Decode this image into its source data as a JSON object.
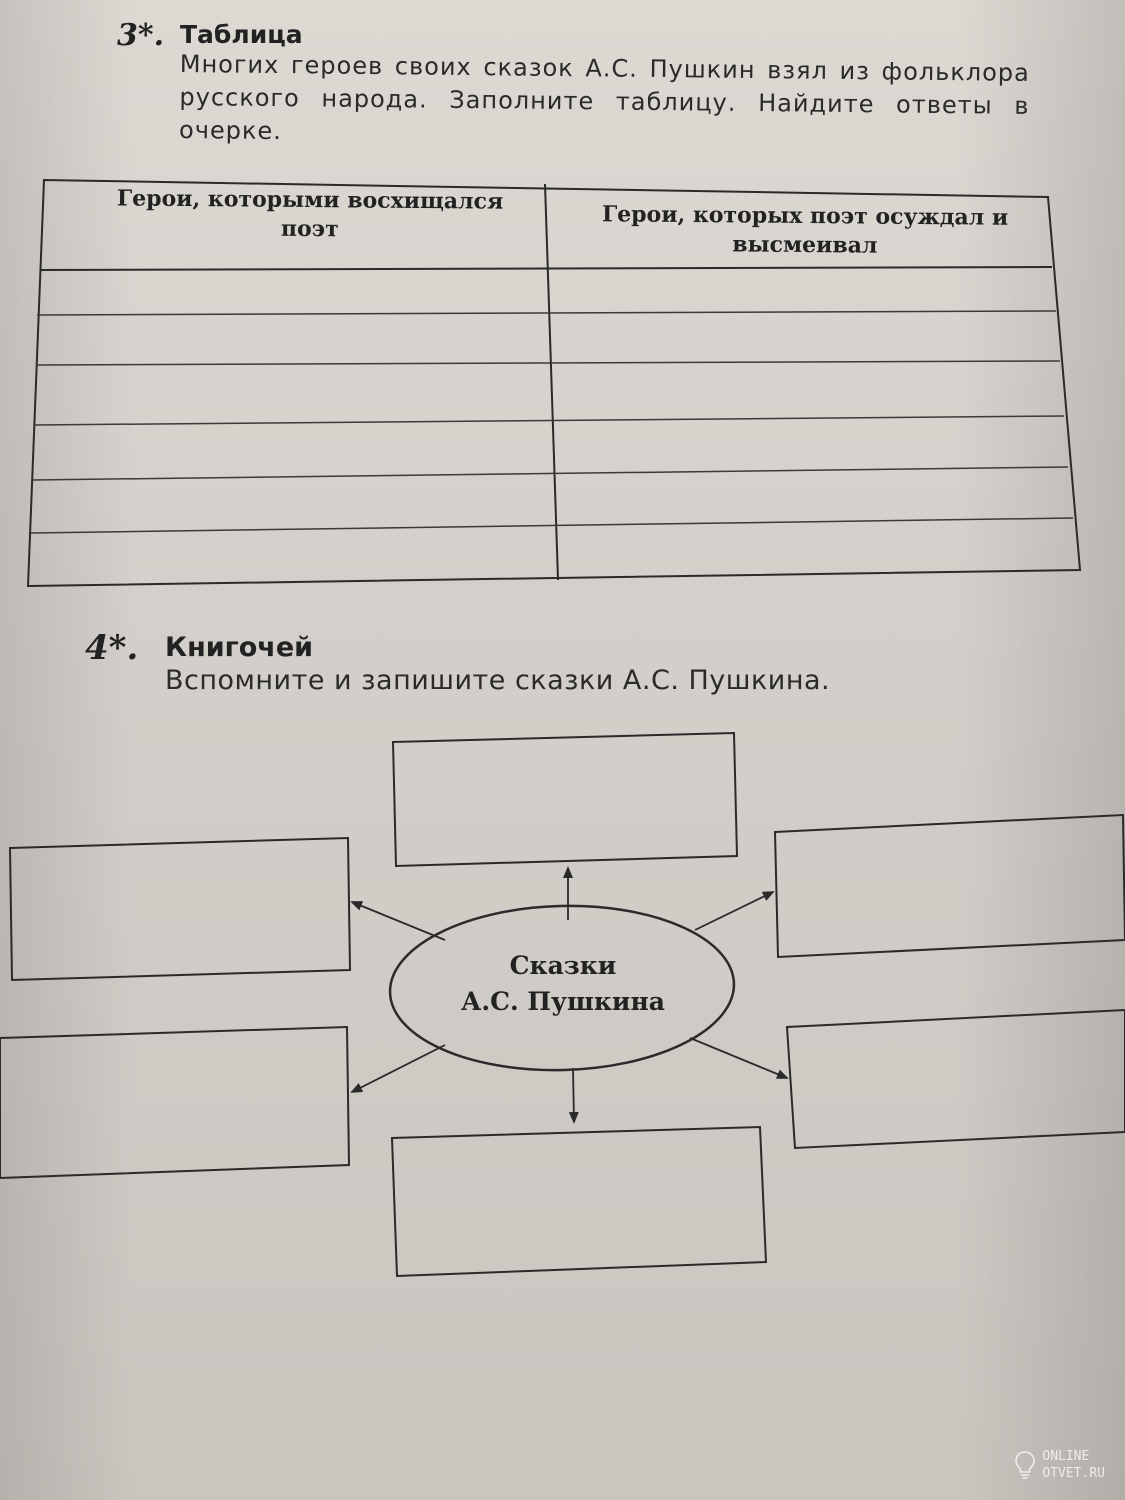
{
  "task3": {
    "number": "3*.",
    "title": "Таблица",
    "text": "Многих героев своих сказок А.С. Пушкин взял из фольклора русского народа. Заполните таблицу. Найдите ответы в очерке.",
    "table": {
      "headers": [
        "Герои, которыми восхищался поэт",
        "Герои, которых поэт осуждал и высмеивал"
      ],
      "rows": [
        [
          "",
          ""
        ],
        [
          "",
          ""
        ],
        [
          "",
          ""
        ],
        [
          "",
          ""
        ],
        [
          "",
          ""
        ],
        [
          "",
          ""
        ]
      ]
    }
  },
  "task4": {
    "number": "4*.",
    "title": "Книгочей",
    "text": "Вспомните и запишите сказки А.С. Пушкина.",
    "diagram": {
      "center_line1": "Сказки",
      "center_line2": "А.С. Пушкина",
      "answer_boxes": [
        "",
        "",
        "",
        "",
        "",
        ""
      ]
    }
  },
  "watermark": {
    "line1": "ONLINE",
    "line2": "OTVET.RU"
  }
}
